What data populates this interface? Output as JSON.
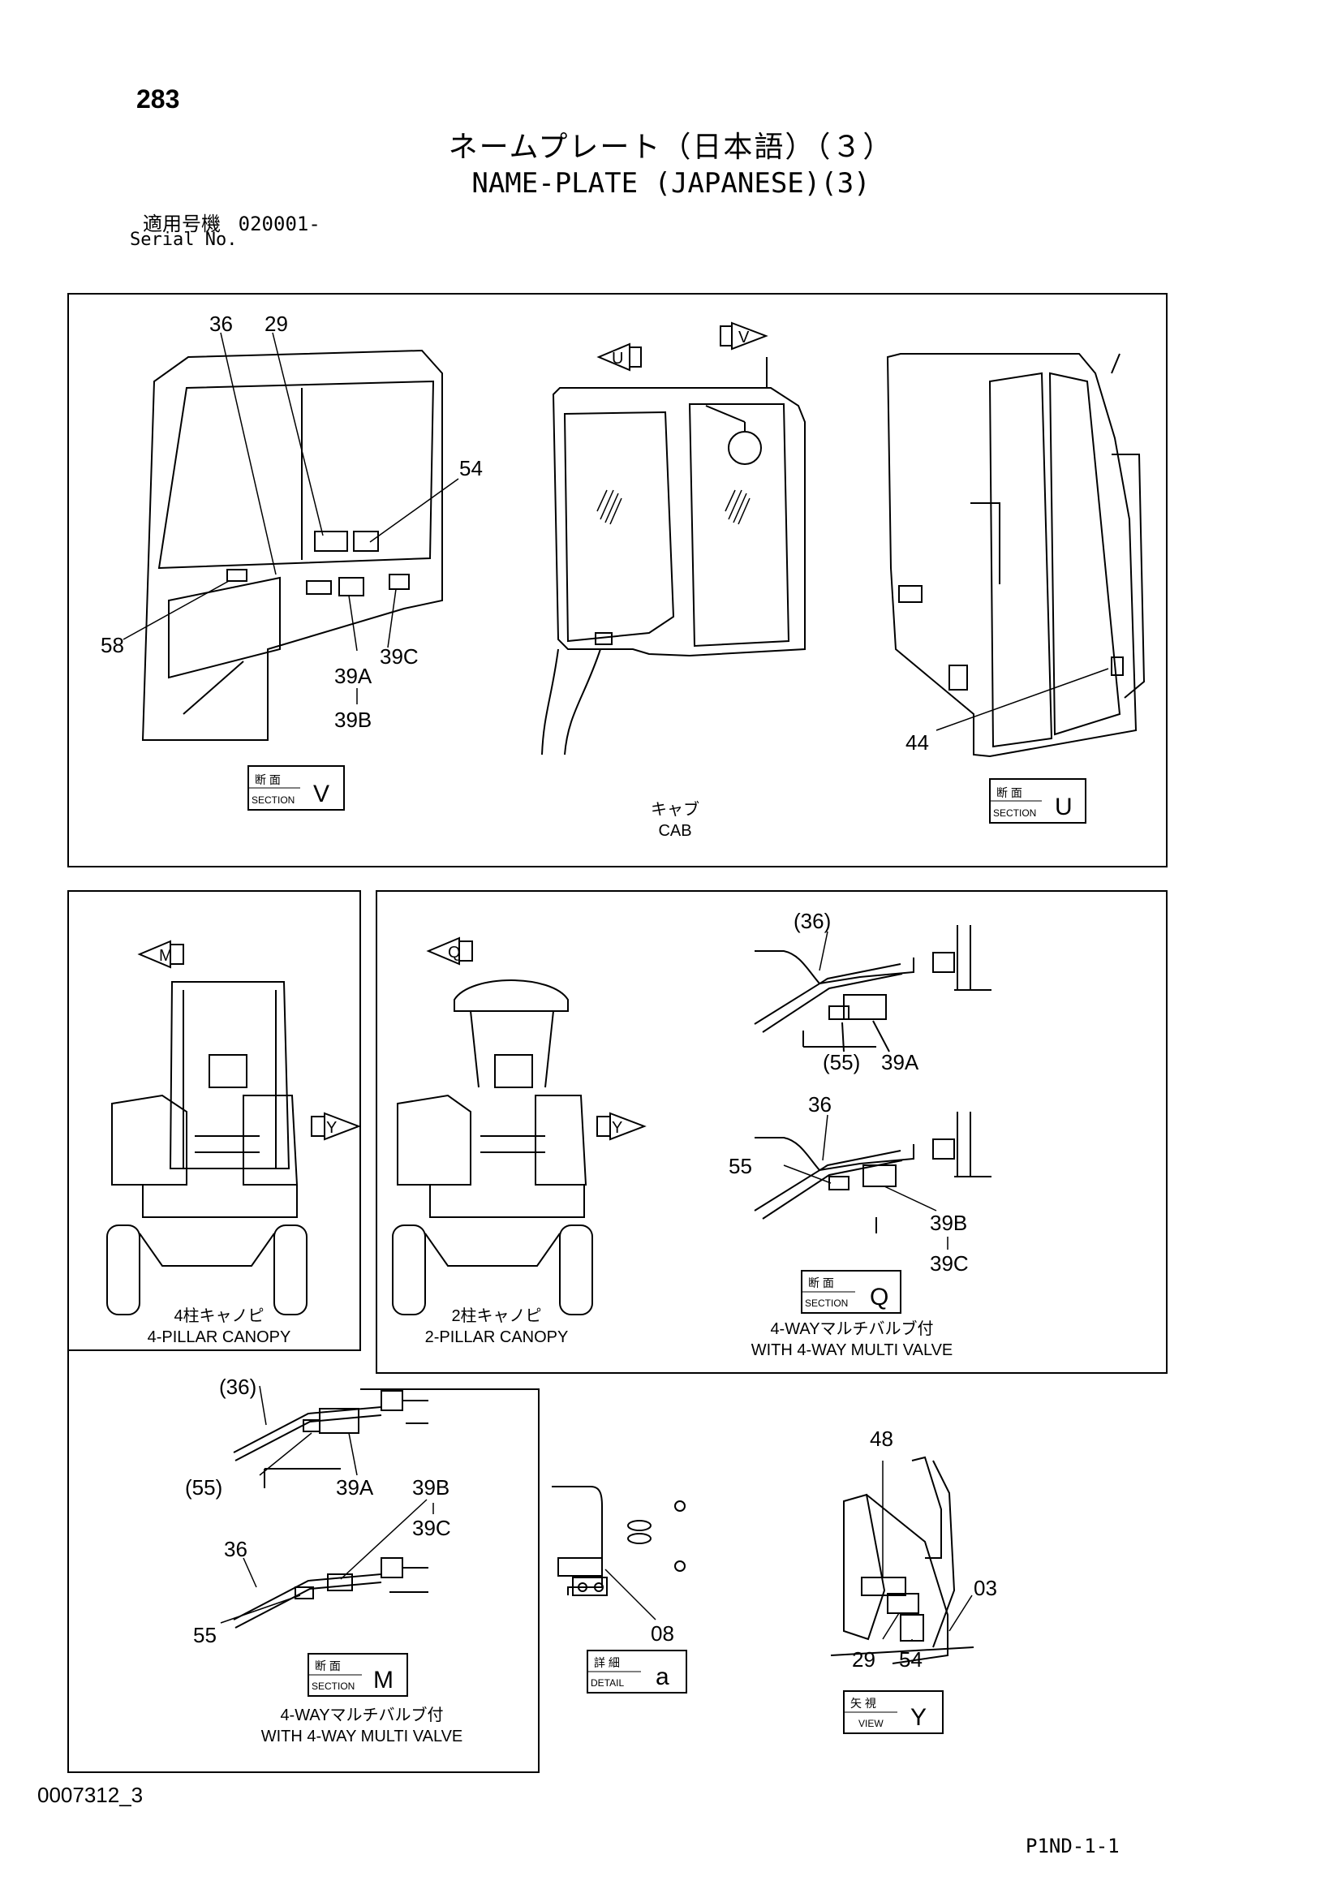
{
  "header": {
    "page_number": "283",
    "title_ja": "ネームプレート（日本語）（３）",
    "title_en": "NAME-PLATE (JAPANESE)(3)",
    "serial_label_ja": "適用号機",
    "serial_value": "020001-",
    "serial_label_en": "Serial No."
  },
  "labels": {
    "section_ja": "断 面",
    "section_en": "SECTION",
    "detail_ja": "詳 細",
    "detail_en": "DETAIL",
    "view_ja": "矢 視",
    "view_en": "VIEW"
  },
  "cab_panel": {
    "caption_ja": "キャブ",
    "caption_en": "CAB",
    "arrow_u": "U",
    "arrow_v": "V",
    "section_v": "V",
    "section_u": "U",
    "callouts": [
      "36",
      "29",
      "54",
      "58",
      "39C",
      "39A",
      "39B",
      "44"
    ]
  },
  "canopy4_panel": {
    "arrow_m": "M",
    "arrow_y": "Y",
    "caption_ja": "4柱キャノピ",
    "caption_en": "4-PILLAR CANOPY"
  },
  "canopy2_panel": {
    "arrow_q": "Q",
    "arrow_y": "Y",
    "caption_ja": "2柱キャノピ",
    "caption_en": "2-PILLAR CANOPY",
    "section_q": "Q",
    "section_q_caption_ja": "4-WAYマルチバルブ付",
    "section_q_caption_en": "WITH 4-WAY MULTI VALVE",
    "callouts_top": [
      "(36)",
      "(55)",
      "39A"
    ],
    "callouts_bottom": [
      "36",
      "55",
      "39B",
      "39C"
    ]
  },
  "section_m_panel": {
    "callouts_top": [
      "(36)",
      "(55)",
      "39A",
      "39B",
      "39C"
    ],
    "callouts_bottom": [
      "36",
      "55"
    ],
    "section_m": "M",
    "caption_ja": "4-WAYマルチバルブ付",
    "caption_en": "WITH 4-WAY MULTI VALVE"
  },
  "detail_a": {
    "letter": "a",
    "callout": "08"
  },
  "view_y": {
    "letter": "Y",
    "callouts": [
      "48",
      "03",
      "29",
      "54"
    ]
  },
  "footer": {
    "doc_id": "0007312_3",
    "page_code": "P1ND-1-1"
  }
}
